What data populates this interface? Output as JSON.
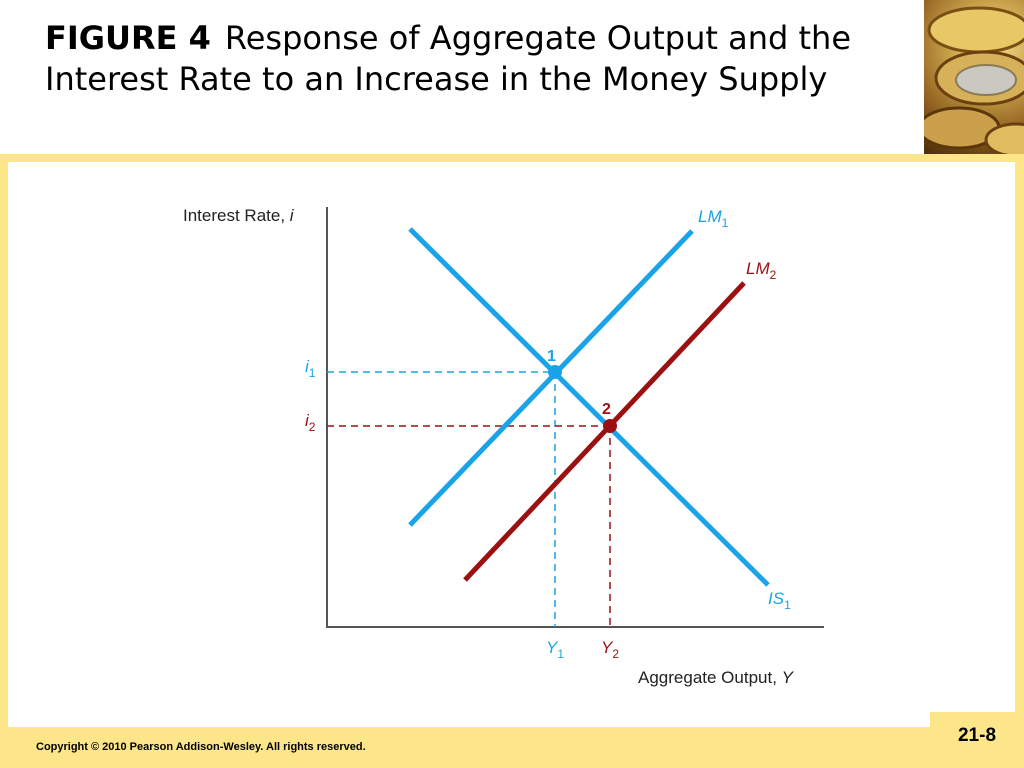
{
  "slide": {
    "title_label": "FIGURE 4",
    "title_text": "Response of Aggregate Output and the Interest Rate to an Increase in the Money Supply",
    "copyright": "Copyright © 2010 Pearson Addison-Wesley. All rights reserved.",
    "page_number": "21-8"
  },
  "diagram": {
    "y_axis_label": "Interest Rate, ",
    "y_axis_var": "i",
    "x_axis_label": "Aggregate Output, ",
    "x_axis_var": "Y",
    "curves": {
      "lm1": {
        "name": "LM",
        "sub": "1",
        "color": "#1aa3e8"
      },
      "lm2": {
        "name": "LM",
        "sub": "2",
        "color": "#9b1111"
      },
      "is1": {
        "name": "IS",
        "sub": "1",
        "color": "#1aa3e8"
      }
    },
    "points": {
      "p1": {
        "label": "1",
        "color": "#1aa3e8"
      },
      "p2": {
        "label": "2",
        "color": "#9b1111"
      }
    },
    "ticks": {
      "i1": {
        "var": "i",
        "sub": "1"
      },
      "i2": {
        "var": "i",
        "sub": "2"
      },
      "y1": {
        "var": "Y",
        "sub": "1"
      },
      "y2": {
        "var": "Y",
        "sub": "2"
      }
    }
  }
}
